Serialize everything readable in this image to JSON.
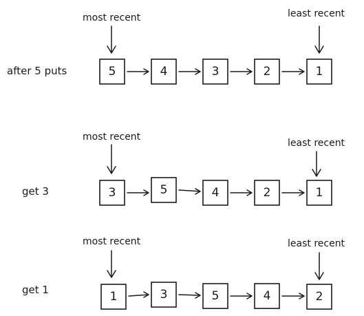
{
  "labels": {
    "most_recent": "most recent",
    "least_recent": "least recent"
  },
  "rows": [
    {
      "label": "after 5 puts",
      "items": [
        "5",
        "4",
        "3",
        "2",
        "1"
      ]
    },
    {
      "label": "get 3",
      "items": [
        "3",
        "5",
        "4",
        "2",
        "1"
      ]
    },
    {
      "label": "get 1",
      "items": [
        "1",
        "3",
        "5",
        "4",
        "2"
      ]
    }
  ]
}
